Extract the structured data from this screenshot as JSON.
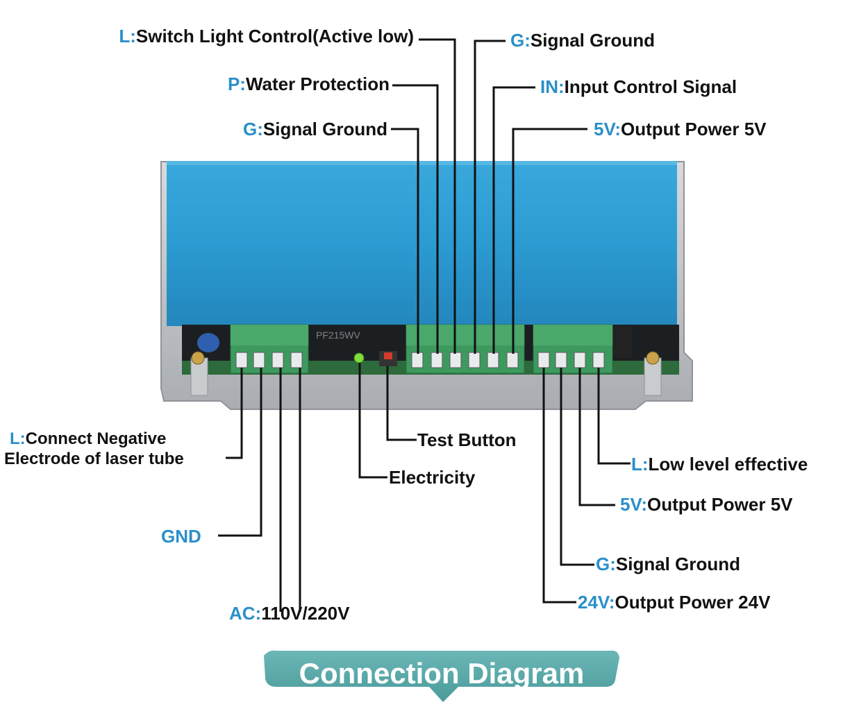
{
  "colors": {
    "accent": "#2a8fc9",
    "text": "#111111",
    "device_blue": "#2e9ed4",
    "terminal_green": "#3d9a5f",
    "banner": "#5ba8a8"
  },
  "top_labels": [
    {
      "prefix": "L:",
      "text": "Switch Light Control(Active low)"
    },
    {
      "prefix": "P:",
      "text": "Water Protection"
    },
    {
      "prefix": "G:",
      "text": "Signal Ground"
    },
    {
      "prefix": "G:",
      "text": "Signal Ground"
    },
    {
      "prefix": "IN:",
      "text": "Input Control Signal"
    },
    {
      "prefix": "5V:",
      "text": "Output Power 5V"
    }
  ],
  "left_labels": [
    {
      "prefix": "L:",
      "text": "Connect Negative",
      "line2": "Electrode of laser tube"
    },
    {
      "prefix": "GND",
      "text": ""
    },
    {
      "prefix": "AC:",
      "text": "110V/220V"
    }
  ],
  "middle_labels": [
    {
      "text": "Test Button"
    },
    {
      "text": "Electricity"
    }
  ],
  "right_labels": [
    {
      "prefix": "L:",
      "text": "Low level effective"
    },
    {
      "prefix": "5V:",
      "text": "Output Power 5V"
    },
    {
      "prefix": "G:",
      "text": "Signal Ground"
    },
    {
      "prefix": "24V:",
      "text": "Output Power 24V"
    }
  ],
  "device_marking": "PF215WV",
  "banner": {
    "text": "Connection Diagram"
  }
}
